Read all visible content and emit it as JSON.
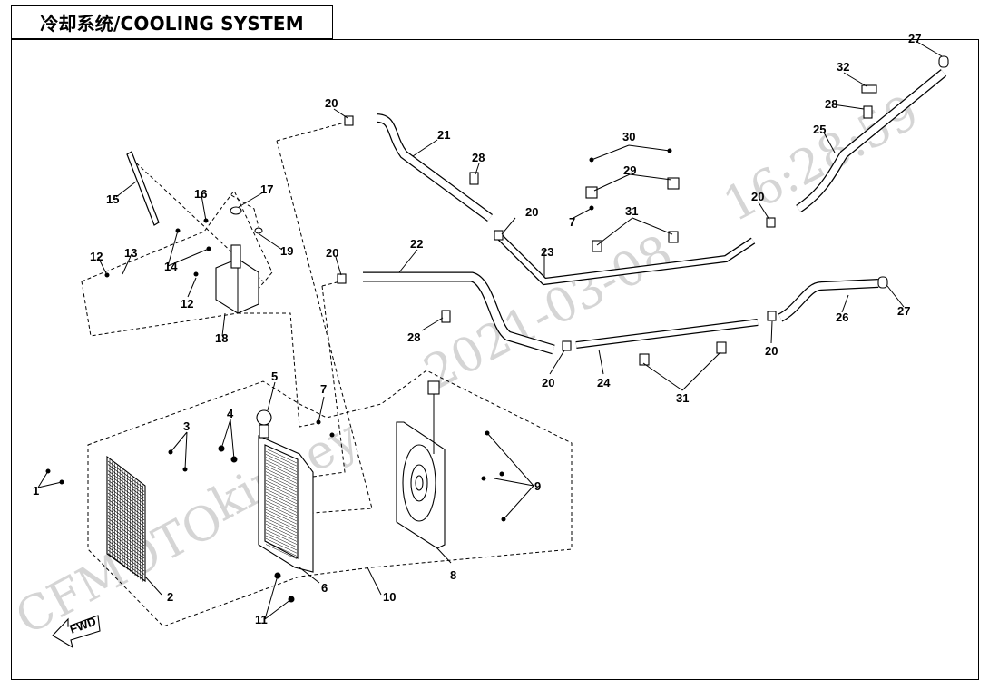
{
  "title": "冷却系统/COOLING SYSTEM",
  "watermark": {
    "brand": "CFMOTO",
    "user": "kinney",
    "date": "2021-03-08",
    "time": "16:28:59"
  },
  "fwd_label": "FWD",
  "callouts": [
    "1",
    "2",
    "3",
    "4",
    "5",
    "6",
    "7",
    "8",
    "9",
    "10",
    "11",
    "12",
    "13",
    "14",
    "15",
    "16",
    "17",
    "18",
    "19",
    "20",
    "21",
    "22",
    "23",
    "24",
    "25",
    "26",
    "27",
    "28",
    "29",
    "30",
    "31",
    "32"
  ]
}
